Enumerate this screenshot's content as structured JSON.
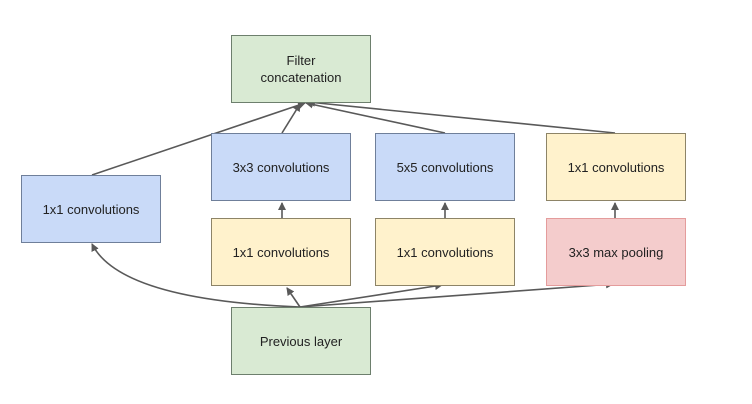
{
  "nodes": {
    "filter_concat": {
      "label": "Filter\nconcatenation"
    },
    "conv1x1_left": {
      "label": "1x1 convolutions"
    },
    "conv3x3": {
      "label": "3x3 convolutions"
    },
    "conv5x5": {
      "label": "5x5 convolutions"
    },
    "conv1x1_pool_branch": {
      "label": "1x1 convolutions"
    },
    "conv1x1_reduce_3x3": {
      "label": "1x1 convolutions"
    },
    "conv1x1_reduce_5x5": {
      "label": "1x1 convolutions"
    },
    "maxpool3x3": {
      "label": "3x3 max pooling"
    },
    "previous_layer": {
      "label": "Previous layer"
    }
  },
  "colors": {
    "green": "#d9ead3",
    "blue": "#c9daf8",
    "yellow": "#fff2cc",
    "red": "#f4cccc",
    "edge": "#595959"
  }
}
